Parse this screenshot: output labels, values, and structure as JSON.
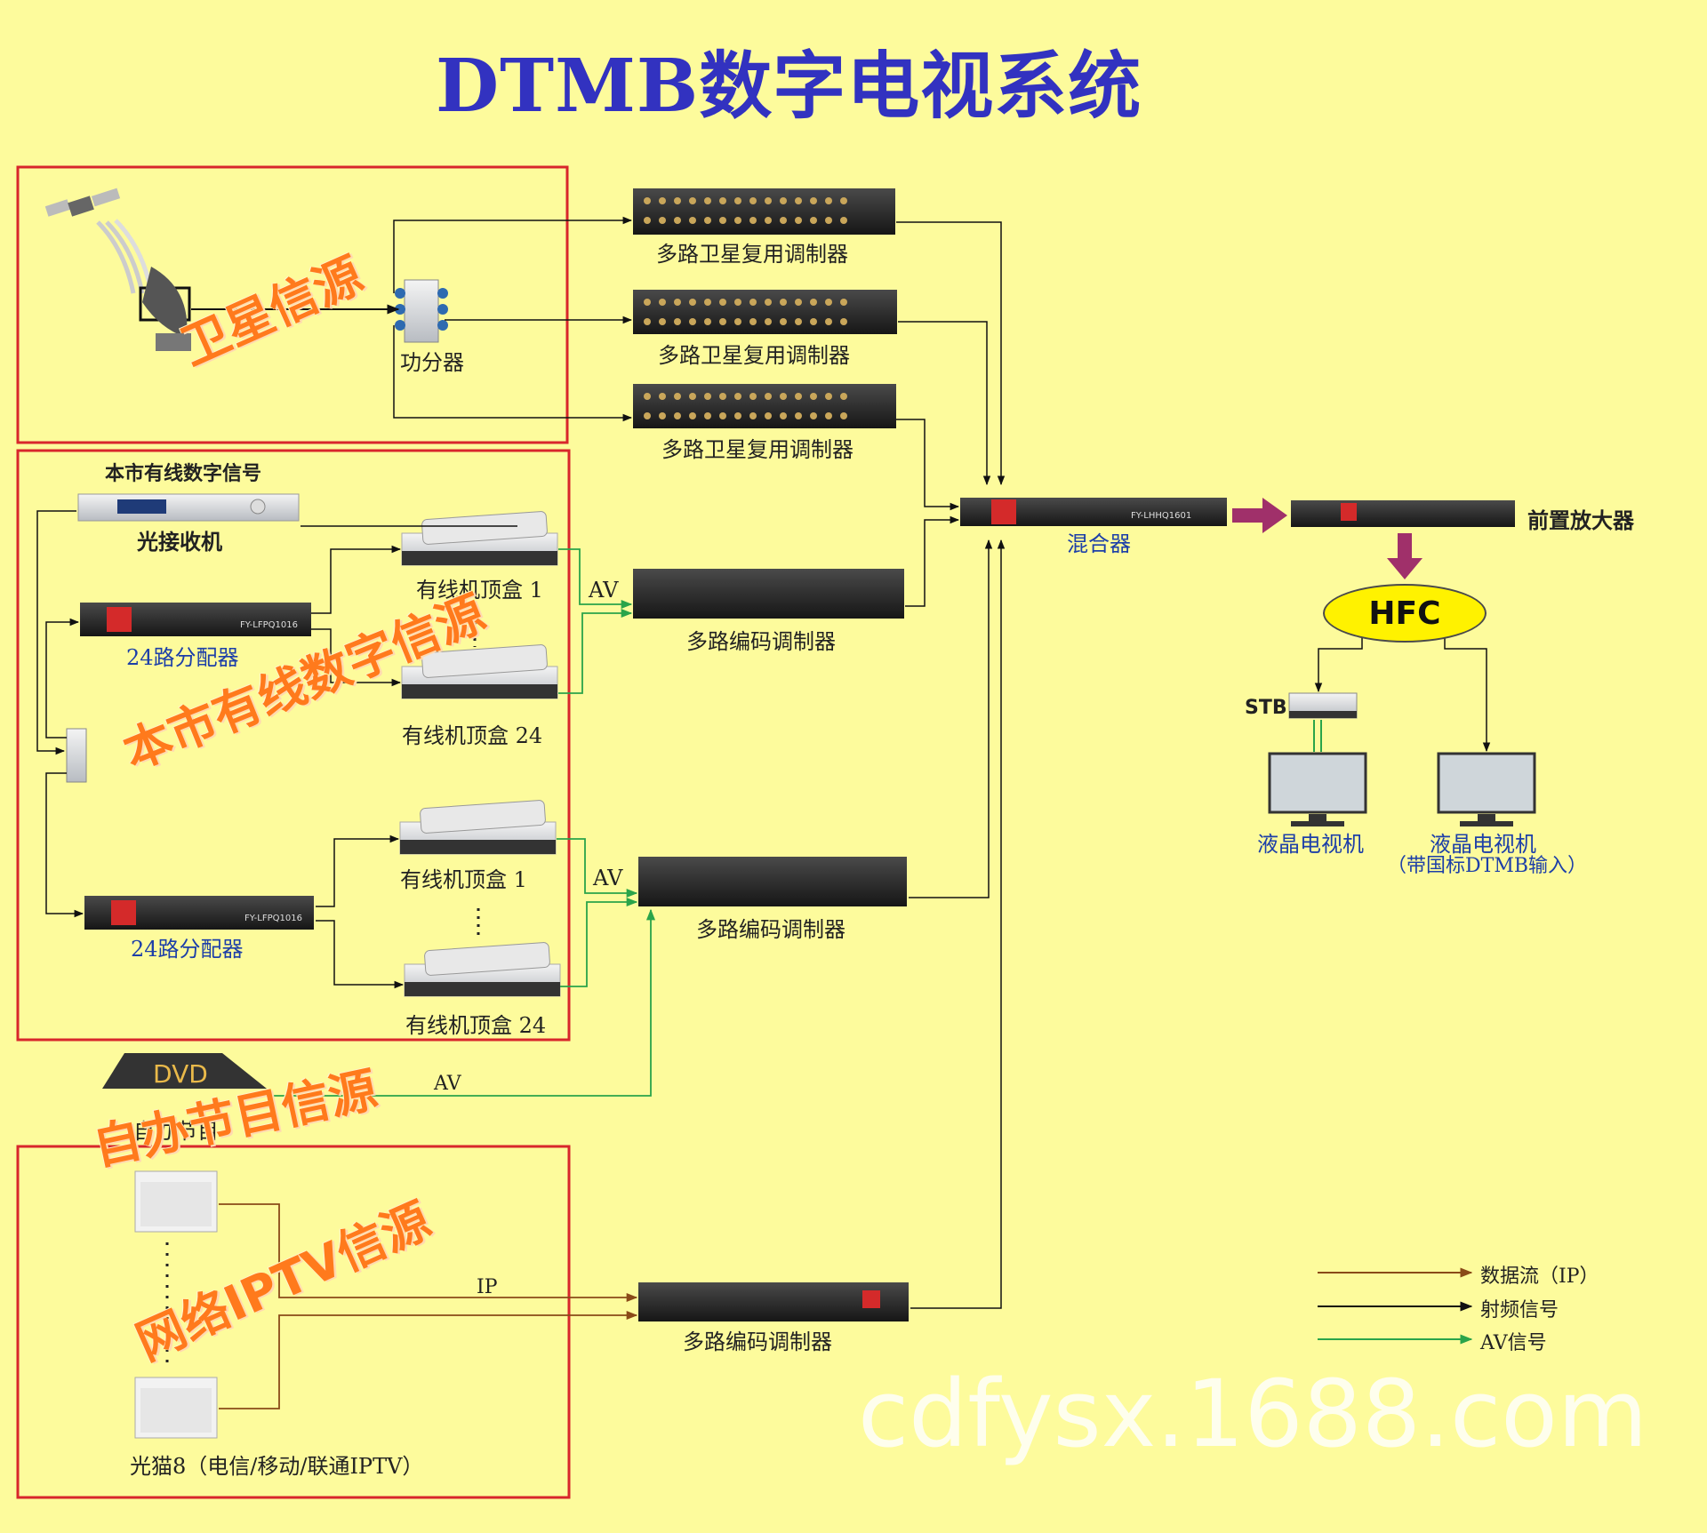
{
  "title": "DTMB数字电视系统",
  "sources": {
    "satellite": "卫星信源",
    "cable": "本市有线数字信源",
    "self": "自办节目信源",
    "iptv": "网络IPTV信源"
  },
  "labels": {
    "splitter": "功分器",
    "sat_mod_1": "多路卫星复用调制器",
    "sat_mod_2": "多路卫星复用调制器",
    "sat_mod_3": "多路卫星复用调制器",
    "cable_signal": "本市有线数字信号",
    "optical_receiver": "光接收机",
    "dist_24_a": "24路分配器",
    "dist_24_b": "24路分配器",
    "stb_a1": "有线机顶盒 1",
    "stb_a24": "有线机顶盒 24",
    "stb_b1": "有线机顶盒 1",
    "stb_b24": "有线机顶盒 24",
    "av_1": "AV",
    "av_2": "AV",
    "av_3": "AV",
    "enc_mod_1": "多路编码调制器",
    "enc_mod_2": "多路编码调制器",
    "enc_mod_3": "多路编码调制器",
    "mixer": "混合器",
    "pre_amp": "前置放大器",
    "hfc": "HFC",
    "stb": "STB",
    "lcd_tv": "液晶电视机",
    "lcd_tv_dtmb_1": "液晶电视机",
    "lcd_tv_dtmb_2": "（带国标DTMB输入）",
    "dvd": "DVD",
    "self_program": "自办节目",
    "ip": "IP",
    "onu": "光猫8（电信/移动/联通IPTV）",
    "dist_model": "FY-LFPQ1016",
    "mixer_model": "FY-LHHQ1601"
  },
  "legend": {
    "data_stream": "数据流（IP）",
    "rf_signal": "射频信号",
    "av_signal": "AV信号"
  },
  "watermark": "cdfysx.1688.com",
  "colors": {
    "background": "#fdfb9c",
    "title": "#3232c0",
    "frame": "#d8262b",
    "source_text": "#ff7a1c",
    "ip_line": "#8a4a18",
    "rf_line": "#111111",
    "av_line": "#2aa44a",
    "thick_arrow": "#a0306a",
    "hfc_fill": "#fff200"
  }
}
